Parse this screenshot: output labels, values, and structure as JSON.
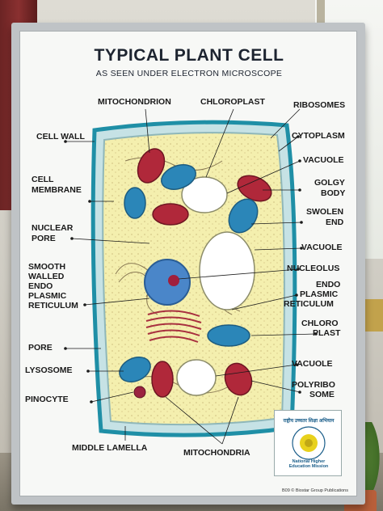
{
  "title": "TYPICAL PLANT CELL",
  "subtitle": "AS SEEN UNDER ELECTRON MICROSCOPE",
  "labels": {
    "mitochondrion": "MITOCHONDRION",
    "chloroplast": "CHLOROPLAST",
    "ribosomes": "RIBOSOMES",
    "cell_wall": "CELL WALL",
    "cytoplasm": "CYTOPLASM",
    "vacuole_1": "VACUOLE",
    "cell_membrane_line1": "CELL",
    "cell_membrane_line2": "MEMBRANE",
    "golgy_line1": "GOLGY",
    "golgy_line2": "BODY",
    "nuclear_pore_line1": "NUCLEAR",
    "nuclear_pore_line2": "PORE",
    "swolen_line1": "SWOLEN",
    "swolen_line2": "END",
    "vacuole_2": "VACUOLE",
    "smooth_line1": "SMOOTH",
    "smooth_line2": "WALLED",
    "smooth_line3": "ENDO",
    "smooth_line4": "PLASMIC",
    "smooth_line5": "RETICULUM",
    "nucleolus": "NUCLEOLUS",
    "endo_line1": "ENDO",
    "endo_line2": "PLASMIC",
    "endo_line3": "RETICULUM",
    "chloro_line1": "CHLORO",
    "chloro_line2": "PLAST",
    "pore": "PORE",
    "lysosome": "LYSOSOME",
    "vacuole_3": "VACUOLE",
    "pinocyte": "PINOCYTE",
    "polyribo_line1": "POLYRIBO",
    "polyribo_line2": "SOME",
    "middle_lamella": "MIDDLE LAMELLA",
    "mitochondria": "MITOCHONDRIA"
  },
  "badge": {
    "hindi": "राष्ट्रीय उच्चतर शिक्षा अभियान",
    "english": "National Higher Education Mission"
  },
  "footnote": "B09 © Biostar Group Publications",
  "colors": {
    "cell_wall": "#1f8fa6",
    "cytoplasm": "#f3efb0",
    "mitochondria": "#b0283a",
    "chloroplast": "#2b86b8",
    "nucleus": "#4a86c9"
  }
}
